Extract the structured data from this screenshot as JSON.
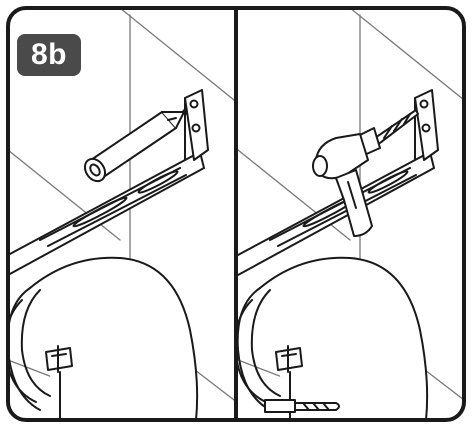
{
  "step_label": "8b",
  "panels": [
    {
      "name": "mark-drill-holes",
      "tool": "pencil-icon"
    },
    {
      "name": "drill-holes",
      "tool": "drill-icon",
      "accessory": "drill-bit-icon"
    }
  ],
  "colors": {
    "frame": "#1a1a1a",
    "badge_background": "#4a4a4a",
    "badge_text": "#ffffff",
    "wall_lines": "#7a7a7a"
  }
}
